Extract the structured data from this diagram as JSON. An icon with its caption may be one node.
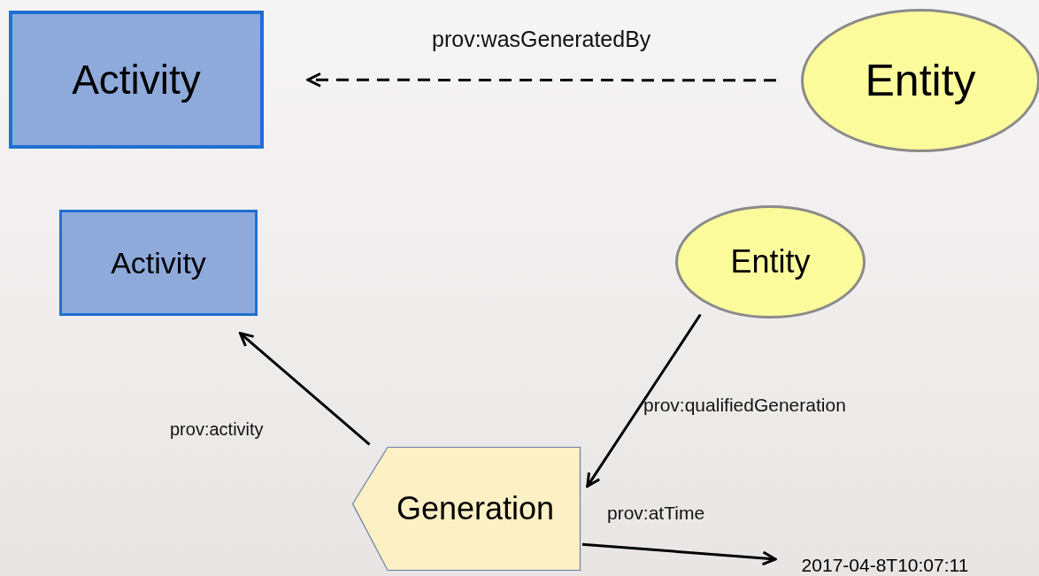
{
  "diagram": {
    "nodes": [
      {
        "text": [
          "Activity"
        ]
      },
      {
        "text": [
          "Entity"
        ]
      },
      {
        "text": [
          "Activity"
        ]
      },
      {
        "text": [
          "Entity"
        ]
      },
      {
        "text": [
          "Generation"
        ]
      },
      {
        "text": [
          "2017-04-8T10:07:11"
        ]
      }
    ],
    "edges": [
      {
        "from": 1,
        "to": 0,
        "arrow": "to",
        "style": "dashed",
        "label": "prov:wasGeneratedBy"
      },
      {
        "from": 4,
        "to": 2,
        "arrow": "to",
        "label": "prov:activity"
      },
      {
        "from": 3,
        "to": 4,
        "arrow": "to",
        "label": "prov:qualifiedGeneration"
      },
      {
        "from": 4,
        "to": 5,
        "arrow": "to",
        "label": "prov:atTime"
      }
    ]
  }
}
